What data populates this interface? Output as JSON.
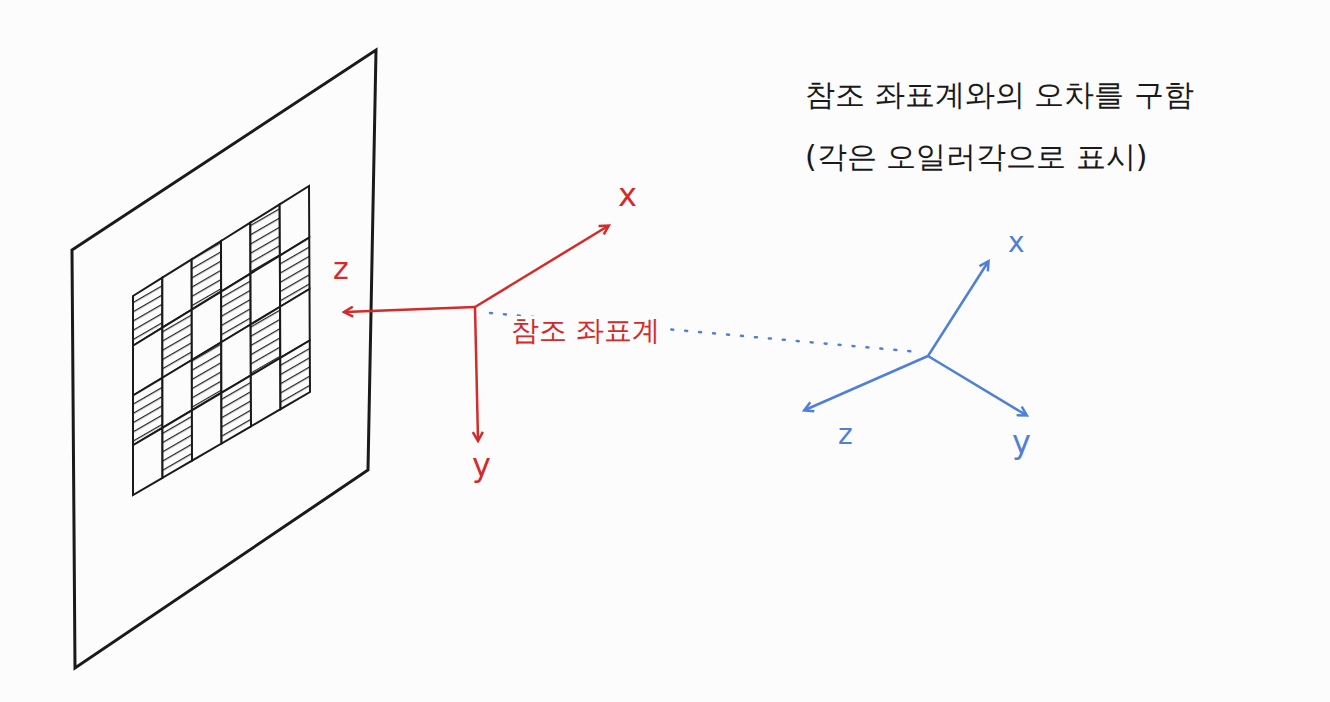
{
  "diagram": {
    "labels": [
      "참조 좌표계와의 오차를 구함",
      "(각은 오일러각으로 표시)",
      "z",
      "x",
      "y",
      "참조 좌표계",
      "x",
      "z",
      "y"
    ]
  }
}
